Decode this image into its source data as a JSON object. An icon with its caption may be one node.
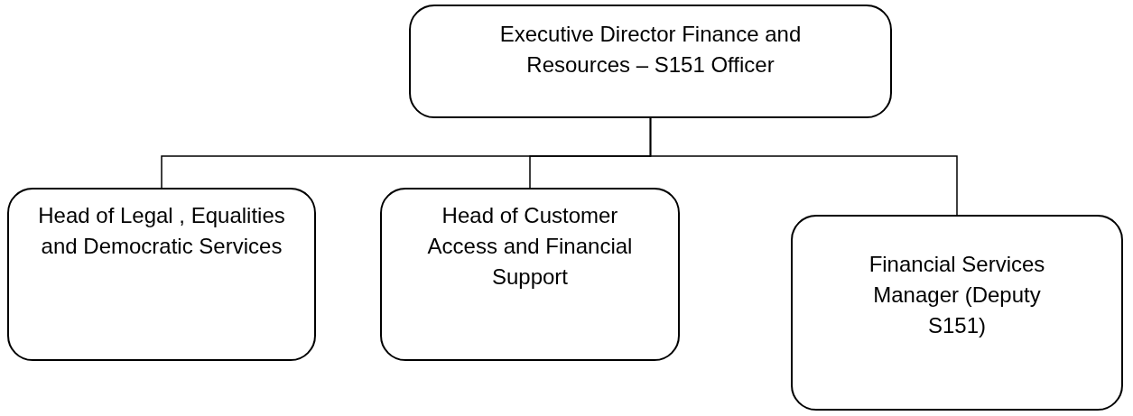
{
  "diagram": {
    "nodes": [
      {
        "text": [
          "Executive Director Finance and Resources – S151 Officer"
        ]
      },
      {
        "text": [
          "Head of Legal , Equalities and Democratic Services"
        ]
      },
      {
        "text": [
          "Head of Customer Access and Financial Support"
        ]
      },
      {
        "text": [
          "Financial Services Manager (Deputy S151)"
        ]
      }
    ],
    "edges": [
      {
        "from": 0,
        "to": 1,
        "arrow": "none"
      },
      {
        "from": 0,
        "to": 2,
        "arrow": "none"
      },
      {
        "from": 0,
        "to": 3,
        "arrow": "none"
      }
    ]
  }
}
